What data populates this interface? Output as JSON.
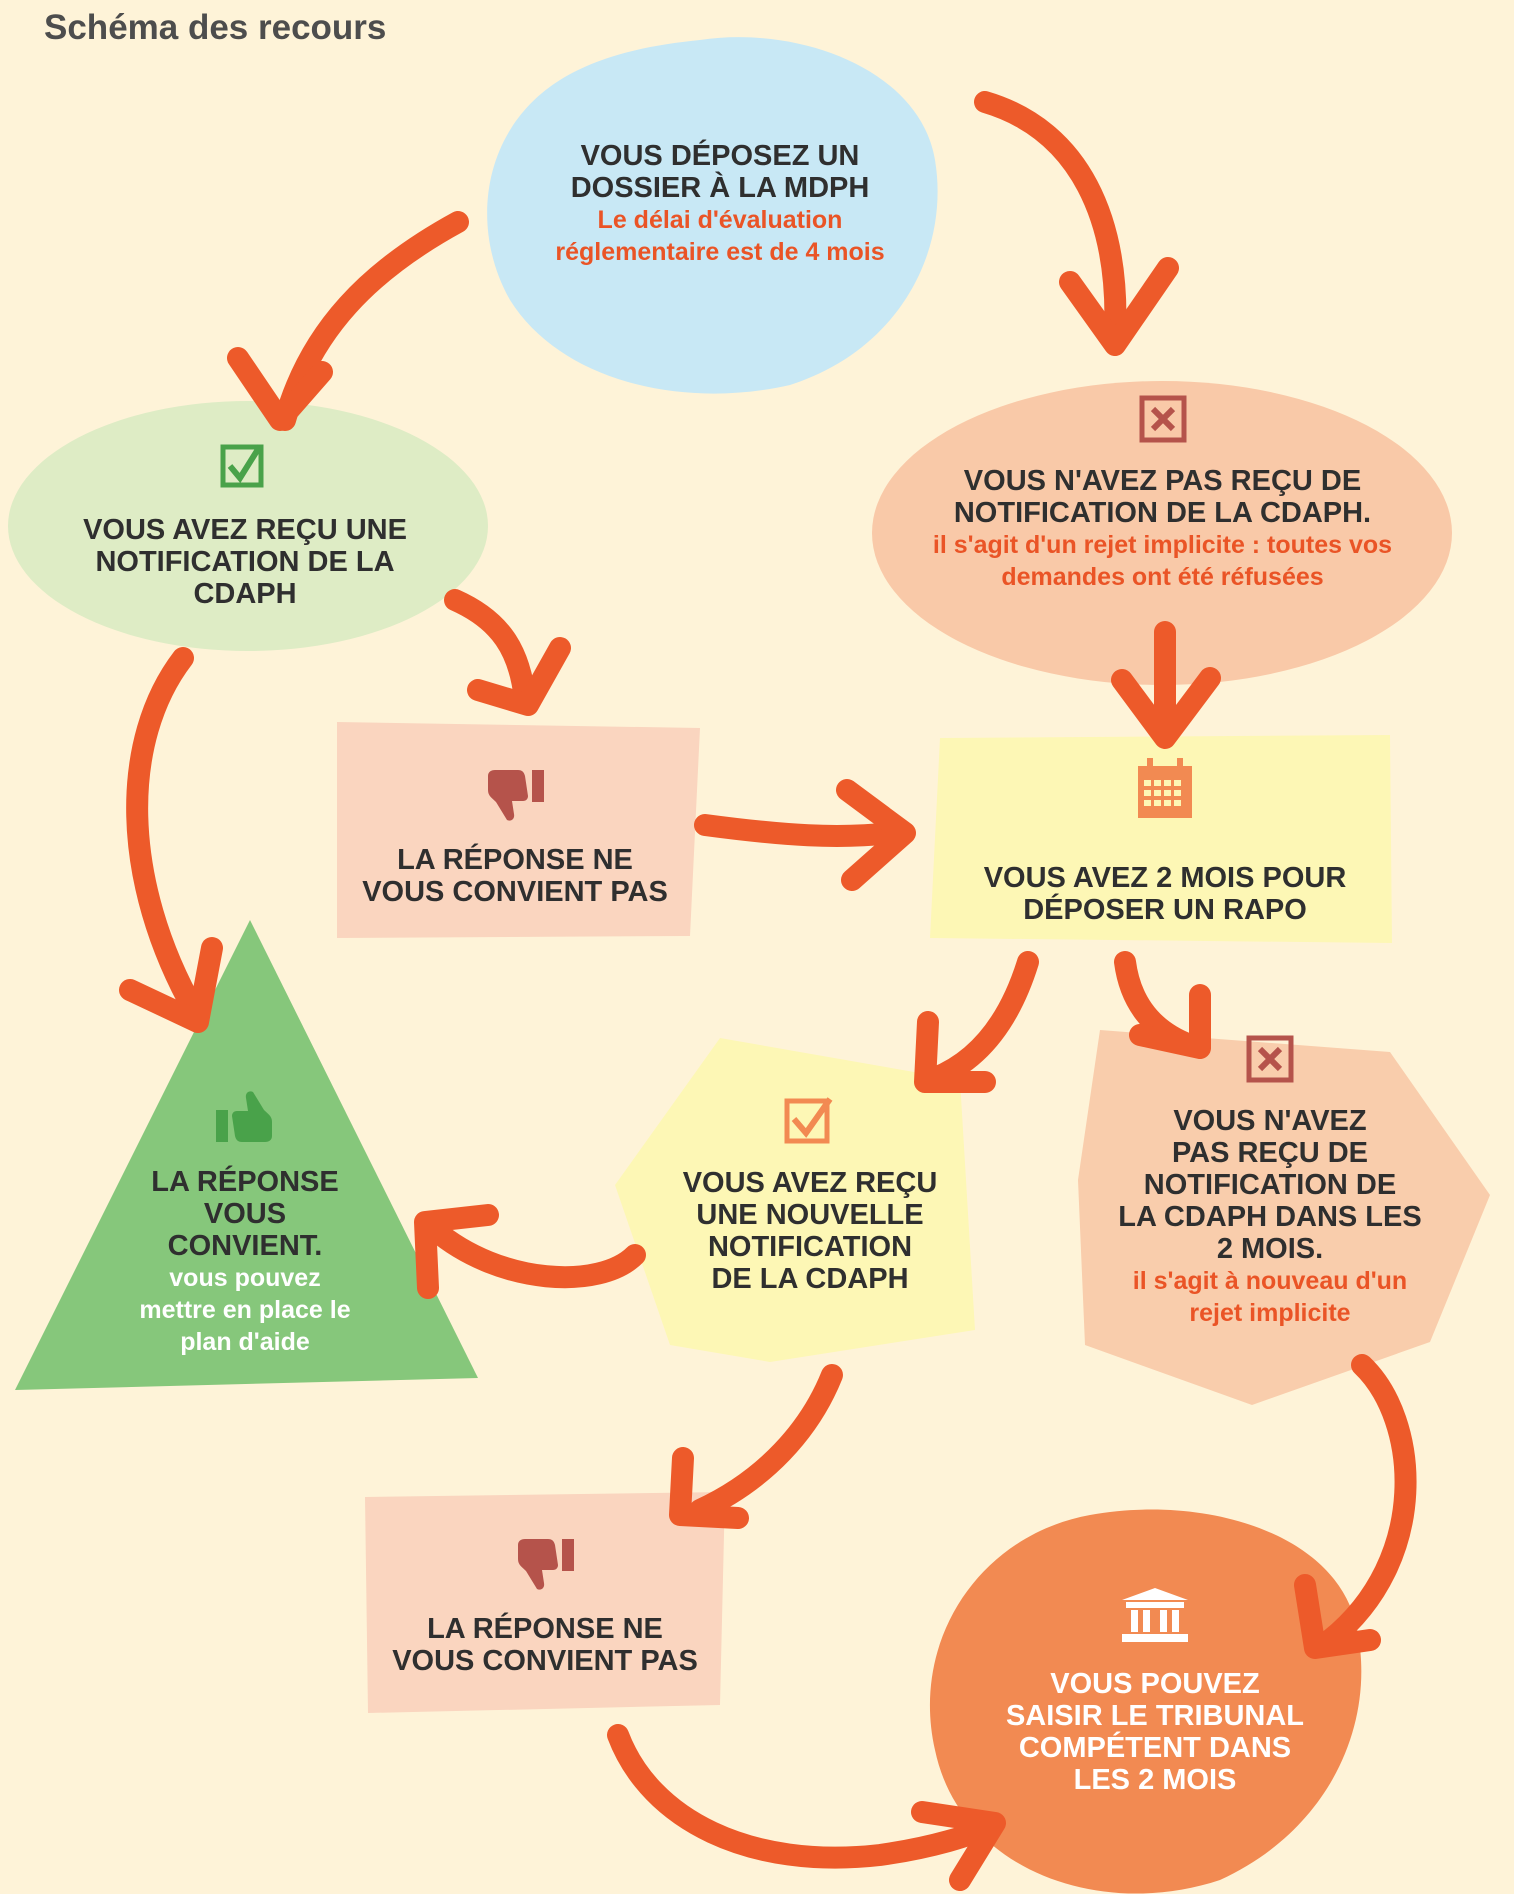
{
  "title": "Schéma des recours",
  "colors": {
    "background": "#fef3d8",
    "arrow": "#ed5a2a",
    "blue_blob": "#c8e8f5",
    "light_green": "#deecc5",
    "salmon": "#f9c9a8",
    "pink_box": "#fad5bf",
    "light_yellow": "#fdf7b5",
    "green_triangle": "#86c77b",
    "orange_blob": "#f28a52",
    "peach_polygon": "#f9cdac"
  },
  "nodes": {
    "start": {
      "main": [
        "VOUS DÉPOSEZ UN",
        "DOSSIER À LA MDPH"
      ],
      "sub": [
        "Le délai d'évaluation",
        "réglementaire est de 4 mois"
      ]
    },
    "received": {
      "icon": "checked-box-icon",
      "main": [
        "VOUS AVEZ REÇU UNE",
        "NOTIFICATION DE LA",
        "CDAPH"
      ]
    },
    "not_received": {
      "icon": "crossed-box-icon",
      "main": [
        "VOUS N'AVEZ PAS REÇU DE",
        "NOTIFICATION DE LA CDAPH."
      ],
      "sub": [
        "il s'agit d'un rejet implicite : toutes vos",
        "demandes ont été réfusées"
      ]
    },
    "not_suitable_1": {
      "icon": "thumbs-down-icon",
      "main": [
        "LA RÉPONSE NE",
        "VOUS CONVIENT PAS"
      ]
    },
    "two_months": {
      "icon": "calendar-icon",
      "main": [
        "VOUS AVEZ 2 MOIS POUR",
        "DÉPOSER UN RAPO"
      ]
    },
    "suitable": {
      "icon": "thumbs-up-icon",
      "main": [
        "LA RÉPONSE",
        "VOUS",
        "CONVIENT."
      ],
      "sub": [
        "vous pouvez",
        "mettre en place le",
        "plan d'aide"
      ]
    },
    "new_notification": {
      "icon": "checked-box-icon",
      "main": [
        "VOUS AVEZ REÇU",
        "UNE NOUVELLE",
        "NOTIFICATION",
        "DE LA CDAPH"
      ]
    },
    "no_notification_2": {
      "icon": "crossed-box-icon",
      "main": [
        "VOUS N'AVEZ",
        "PAS REÇU DE",
        "NOTIFICATION DE",
        "LA CDAPH DANS LES",
        "2 MOIS."
      ],
      "sub": [
        "il s'agit à nouveau d'un",
        "rejet implicite"
      ]
    },
    "not_suitable_2": {
      "icon": "thumbs-down-icon",
      "main": [
        "LA RÉPONSE NE",
        "VOUS CONVIENT PAS"
      ]
    },
    "tribunal": {
      "icon": "courthouse-icon",
      "main": [
        "VOUS POUVEZ",
        "SAISIR LE TRIBUNAL",
        "COMPÉTENT DANS",
        "LES 2 MOIS"
      ]
    }
  }
}
